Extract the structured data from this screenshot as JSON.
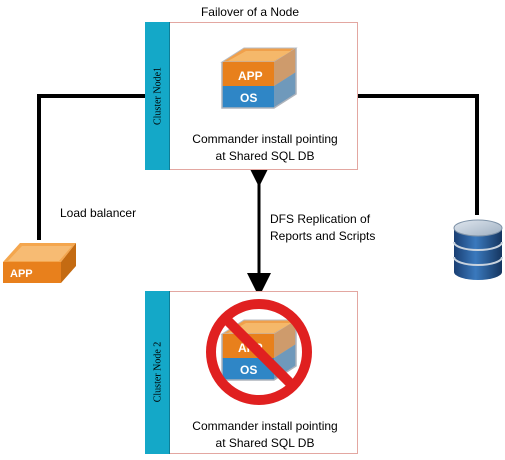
{
  "diagram": {
    "title": "Failover of a Node",
    "node1": {
      "strip_label": "Cluster Node1",
      "cube_top": "APP",
      "cube_bottom": "OS",
      "caption_line1": "Commander install pointing",
      "caption_line2": "at Shared SQL DB"
    },
    "node2": {
      "strip_label": "Cluster Node 2",
      "cube_top": "APP",
      "cube_bottom": "OS",
      "caption_line1": "Commander install pointing",
      "caption_line2": "at Shared SQL DB",
      "status_icon": "prohibited-icon"
    },
    "load_balancer": {
      "label": "Load balancer",
      "box_label": "APP"
    },
    "replication": {
      "line1": "DFS Replication of",
      "line2": "Reports and Scripts"
    },
    "database": {
      "icon": "database-icon"
    },
    "colors": {
      "strip": "#14a8c8",
      "box_border": "#e3a7a1",
      "app_orange": "#e8801c",
      "os_blue": "#2f86c6",
      "prohibit_red": "#e02020",
      "db_blue": "#1f4f8a"
    }
  }
}
